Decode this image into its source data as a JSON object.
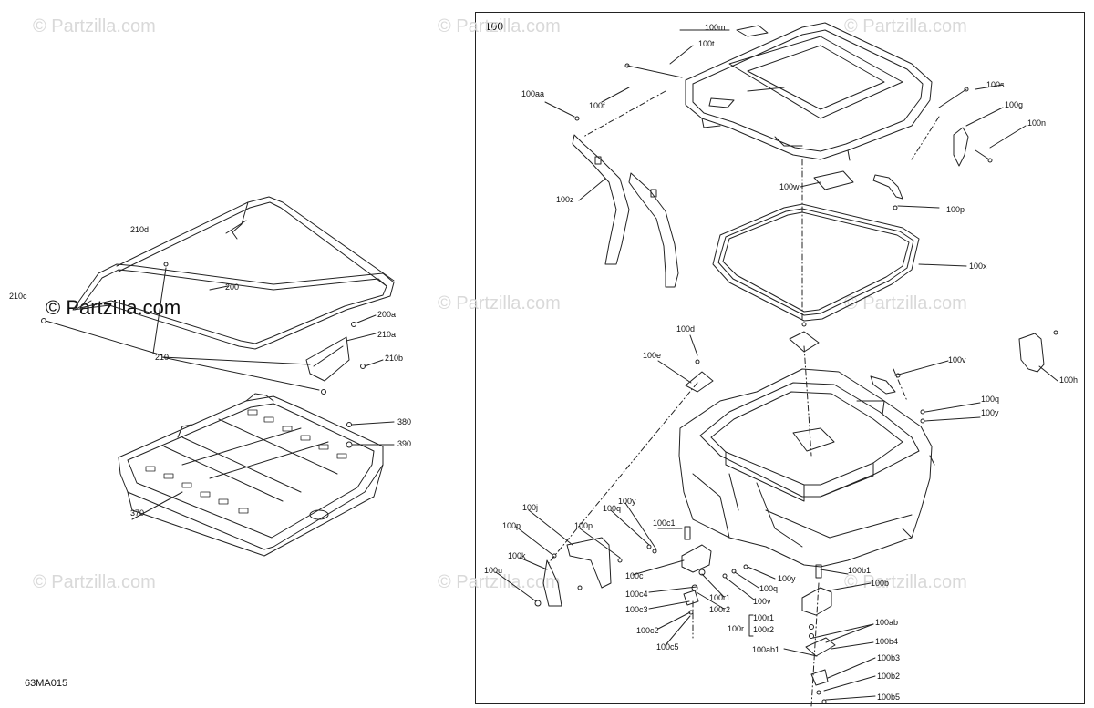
{
  "panel_number": "100",
  "figure_code": "63MA015",
  "watermark_text": "© Partzilla.com",
  "colors": {
    "line": "#222222",
    "watermark": "#d9d9d9"
  },
  "labels": {
    "l210d": "210d",
    "l200": "200",
    "l210c": "210c",
    "l200a": "200a",
    "l210a": "210a",
    "l210": "210",
    "l210b": "210b",
    "l380": "380",
    "l390": "390",
    "l370": "370",
    "l100m": "100m",
    "l100t": "100t",
    "l100aa": "100aa",
    "l100f": "100f",
    "l100s": "100s",
    "l100g": "100g",
    "l100n": "100n",
    "l100w": "100w",
    "l100p_top": "100p",
    "l100z": "100z",
    "l100x": "100x",
    "l100d": "100d",
    "l100e": "100e",
    "l100v_top": "100v",
    "l100h": "100h",
    "l100q_right": "100q",
    "l100y_right": "100y",
    "l100j": "100j",
    "l100y_mid": "100y",
    "l100q_mid": "100q",
    "l100c1": "100c1",
    "l100p_left": "100p",
    "l100p_mid": "100p",
    "l100k": "100k",
    "l100u": "100u",
    "l100c": "100c",
    "l100c4": "100c4",
    "l100r1_mid": "100r1",
    "l100c3": "100c3",
    "l100r2_mid": "100r2",
    "l100c2": "100c2",
    "l100c5": "100c5",
    "l100b1": "100b1",
    "l100b": "100b",
    "l100y_low": "100y",
    "l100q_low": "100q",
    "l100v_low": "100v",
    "l100r1_low": "100r1",
    "l100r2_low": "100r2",
    "l100r": "100r",
    "l100ab": "100ab",
    "l100b4": "100b4",
    "l100ab1": "100ab1",
    "l100b3": "100b3",
    "l100b2": "100b2",
    "l100b5": "100b5"
  }
}
